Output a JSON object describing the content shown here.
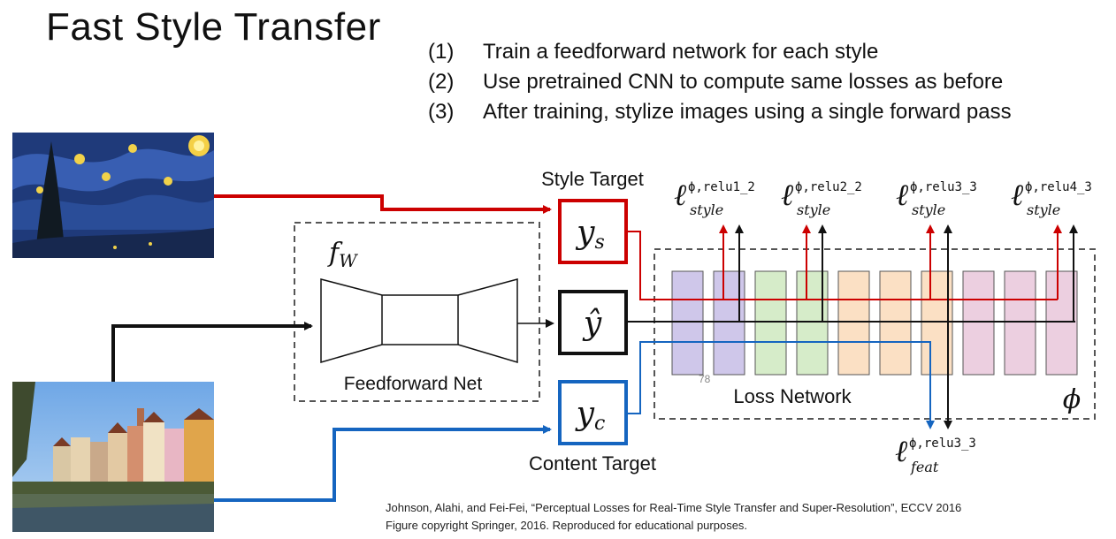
{
  "title": "Fast Style Transfer",
  "points": [
    {
      "num": "(1)",
      "text": "Train a feedforward network for each style"
    },
    {
      "num": "(2)",
      "text": "Use pretrained CNN to compute same losses as before"
    },
    {
      "num": "(3)",
      "text": "After training, stylize images using a single forward pass"
    }
  ],
  "diagram": {
    "style_target_label": "Style Target",
    "content_target_label": "Content Target",
    "feedforward_label": "Feedforward Net",
    "loss_network_label": "Loss Network",
    "fw_label": "f",
    "fw_sub": "W",
    "ys_label": "y",
    "ys_sub": "s",
    "yc_label": "y",
    "yc_sub": "c",
    "yhat_label": "ŷ",
    "phi_label": "ϕ",
    "small_num": "78",
    "style_losses": [
      {
        "sup": "ϕ,relu1_2",
        "sub": "style"
      },
      {
        "sup": "ϕ,relu2_2",
        "sub": "style"
      },
      {
        "sup": "ϕ,relu3_3",
        "sub": "style"
      },
      {
        "sup": "ϕ,relu4_3",
        "sub": "style"
      }
    ],
    "feat_loss": {
      "sup": "ϕ,relu3_3",
      "sub": "feat"
    },
    "loss_symbol": "ℓ",
    "colors": {
      "red": "#cc0000",
      "blue": "#1565c0",
      "black": "#111111"
    }
  },
  "citation": {
    "line1": "Johnson, Alahi, and Fei-Fei, “Perceptual Losses for Real-Time Style Transfer and Super-Resolution”, ECCV 2016",
    "line2": "Figure copyright Springer, 2016. Reproduced for educational purposes."
  }
}
